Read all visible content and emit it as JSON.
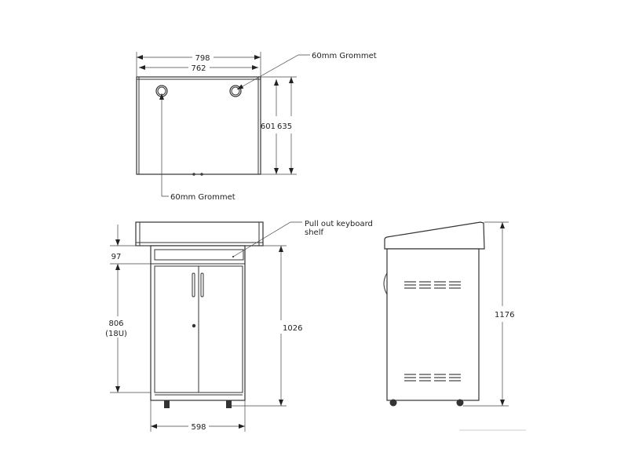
{
  "top_view": {
    "grommet_label_right": "60mm Grommet",
    "grommet_label_left": "60mm Grommet",
    "dim_outer_width": "798",
    "dim_inner_width": "762",
    "dim_inner_depth": "601",
    "dim_outer_depth": "635"
  },
  "front_view": {
    "keyboard_label_line1": "Pull out keyboard",
    "keyboard_label_line2": "shelf",
    "dim_shelf": "97",
    "dim_rack": "806",
    "dim_rack_units": "(18U)",
    "dim_height": "1026",
    "dim_width": "598"
  },
  "side_view": {
    "dim_total_height": "1176"
  }
}
